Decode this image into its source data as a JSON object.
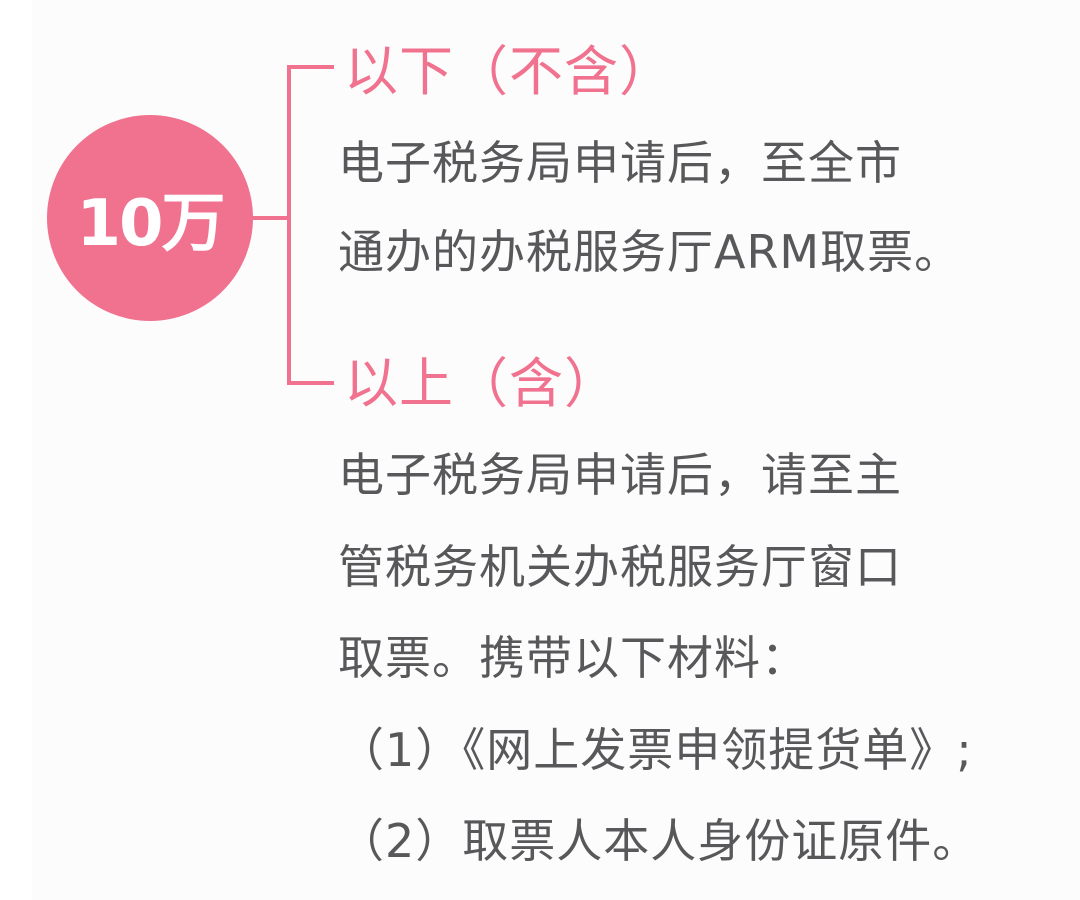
{
  "colors": {
    "accent": "#f0728f",
    "text": "#58585a",
    "background": "#ffffff"
  },
  "node": {
    "label": "10万"
  },
  "branches": [
    {
      "heading": "以下（不含）",
      "lines": [
        "电子税务局申请后，至全市",
        "通办的办税服务厅ARM取票。"
      ]
    },
    {
      "heading": "以上（含）",
      "lines": [
        "电子税务局申请后，请至主",
        "管税务机关办税服务厅窗口",
        "取票。携带以下材料：",
        "（1）《网上发票申领提货单》;",
        "（2）取票人本人身份证原件。"
      ]
    }
  ]
}
